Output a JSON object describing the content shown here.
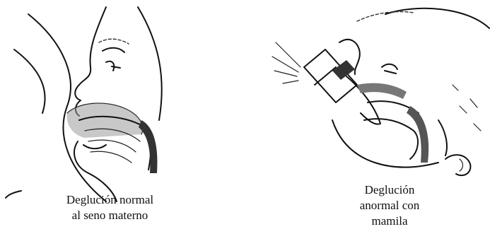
{
  "figure": {
    "left_panel": {
      "caption_line1": "Deglución normal",
      "caption_line2": "al seno materno"
    },
    "right_panel": {
      "caption_line1": "Deglución",
      "caption_line2": "anormal con",
      "caption_line3": "mamila"
    },
    "ink_color": "#111111",
    "shading_color": "#9a9a9a"
  }
}
